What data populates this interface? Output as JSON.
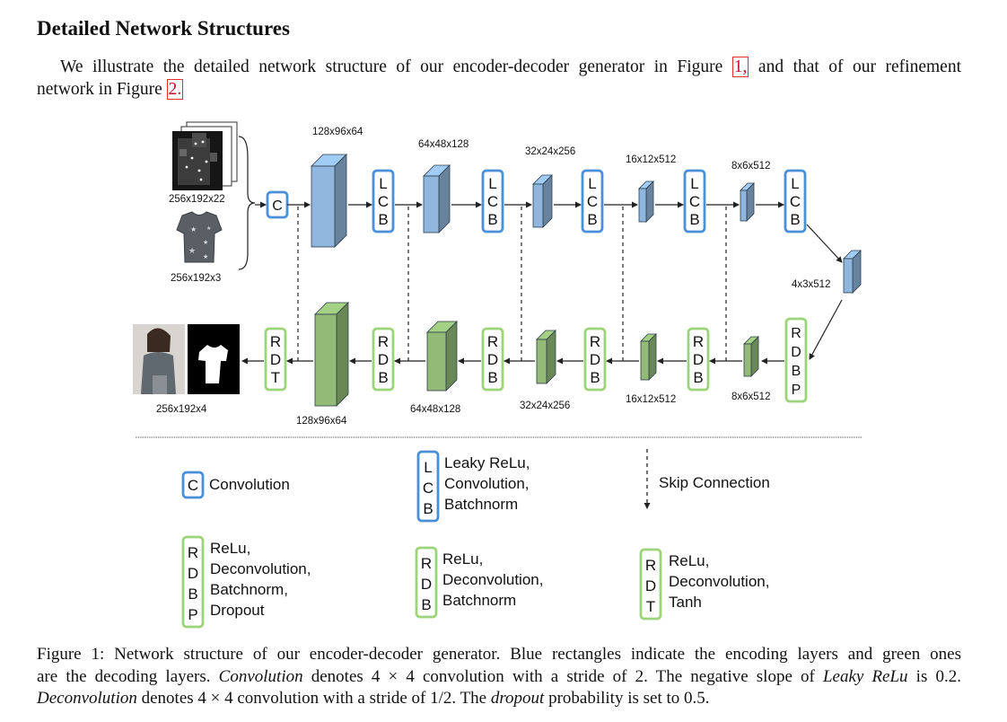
{
  "heading": "Detailed Network Structures",
  "intro": {
    "line1_before": "We illustrate the detailed network structure of our encoder-decoder generator in Figure ",
    "ref1": "1,",
    "line1_after": " and that of our refinement",
    "line2_before": "network in Figure ",
    "ref2": "2."
  },
  "diagram": {
    "inputs": {
      "pose_dims": "256x192x22",
      "cloth_dims": "256x192x3",
      "output_dims": "256x192x4"
    },
    "conv_block": "C",
    "encoder": [
      {
        "dims": "128x96x64"
      },
      {
        "dims": "64x48x128"
      },
      {
        "dims": "32x24x256"
      },
      {
        "dims": "16x12x512"
      },
      {
        "dims": "8x6x512"
      }
    ],
    "bottleneck_dims": "4x3x512",
    "decoder": [
      {
        "dims": "128x96x64"
      },
      {
        "dims": "64x48x128"
      },
      {
        "dims": "32x24x256"
      },
      {
        "dims": "16x12x512"
      },
      {
        "dims": "8x6x512"
      }
    ],
    "lcb_letters": [
      "L",
      "C",
      "B"
    ],
    "rdb_letters": [
      "R",
      "D",
      "B"
    ],
    "rdt_letters": [
      "R",
      "D",
      "T"
    ],
    "rdbp_letters": [
      "R",
      "D",
      "B",
      "P"
    ]
  },
  "legend": {
    "conv": {
      "letter": "C",
      "text": "Convolution"
    },
    "lcb": {
      "letters": [
        "L",
        "C",
        "B"
      ],
      "texts": [
        "Leaky ReLu,",
        "Convolution,",
        "Batchnorm"
      ]
    },
    "skip": {
      "text": "Skip Connection"
    },
    "rdbp": {
      "letters": [
        "R",
        "D",
        "B",
        "P"
      ],
      "texts": [
        "ReLu,",
        "Deconvolution,",
        "Batchnorm,",
        "Dropout"
      ]
    },
    "rdb": {
      "letters": [
        "R",
        "D",
        "B"
      ],
      "texts": [
        "ReLu,",
        "Deconvolution,",
        "Batchnorm"
      ]
    },
    "rdt": {
      "letters": [
        "R",
        "D",
        "T"
      ],
      "texts": [
        "ReLu,",
        "Deconvolution,",
        "Tanh"
      ]
    }
  },
  "caption": {
    "l1": "Figure 1: Network structure of our encoder-decoder generator. Blue rectangles indicate the encoding layers and green ones",
    "l2a": "are the decoding layers. ",
    "l2b": "Convolution",
    "l2c": " denotes 4 × 4 convolution with a stride of 2. The negative slope of ",
    "l2d": "Leaky ReLu",
    "l2e": " is 0.2.",
    "l3a": "Deconvolution",
    "l3b": " denotes 4 × 4 convolution with a stride of 1/2. The ",
    "l3c": "dropout",
    "l3d": " probability is set to 0.5."
  },
  "colors": {
    "encoder_blue": "#8fb6dc",
    "decoder_green": "#93bb77",
    "block_blue_border": "#4a90d9",
    "block_green_border": "#9cd47a",
    "ref_red": "#c8102e"
  }
}
